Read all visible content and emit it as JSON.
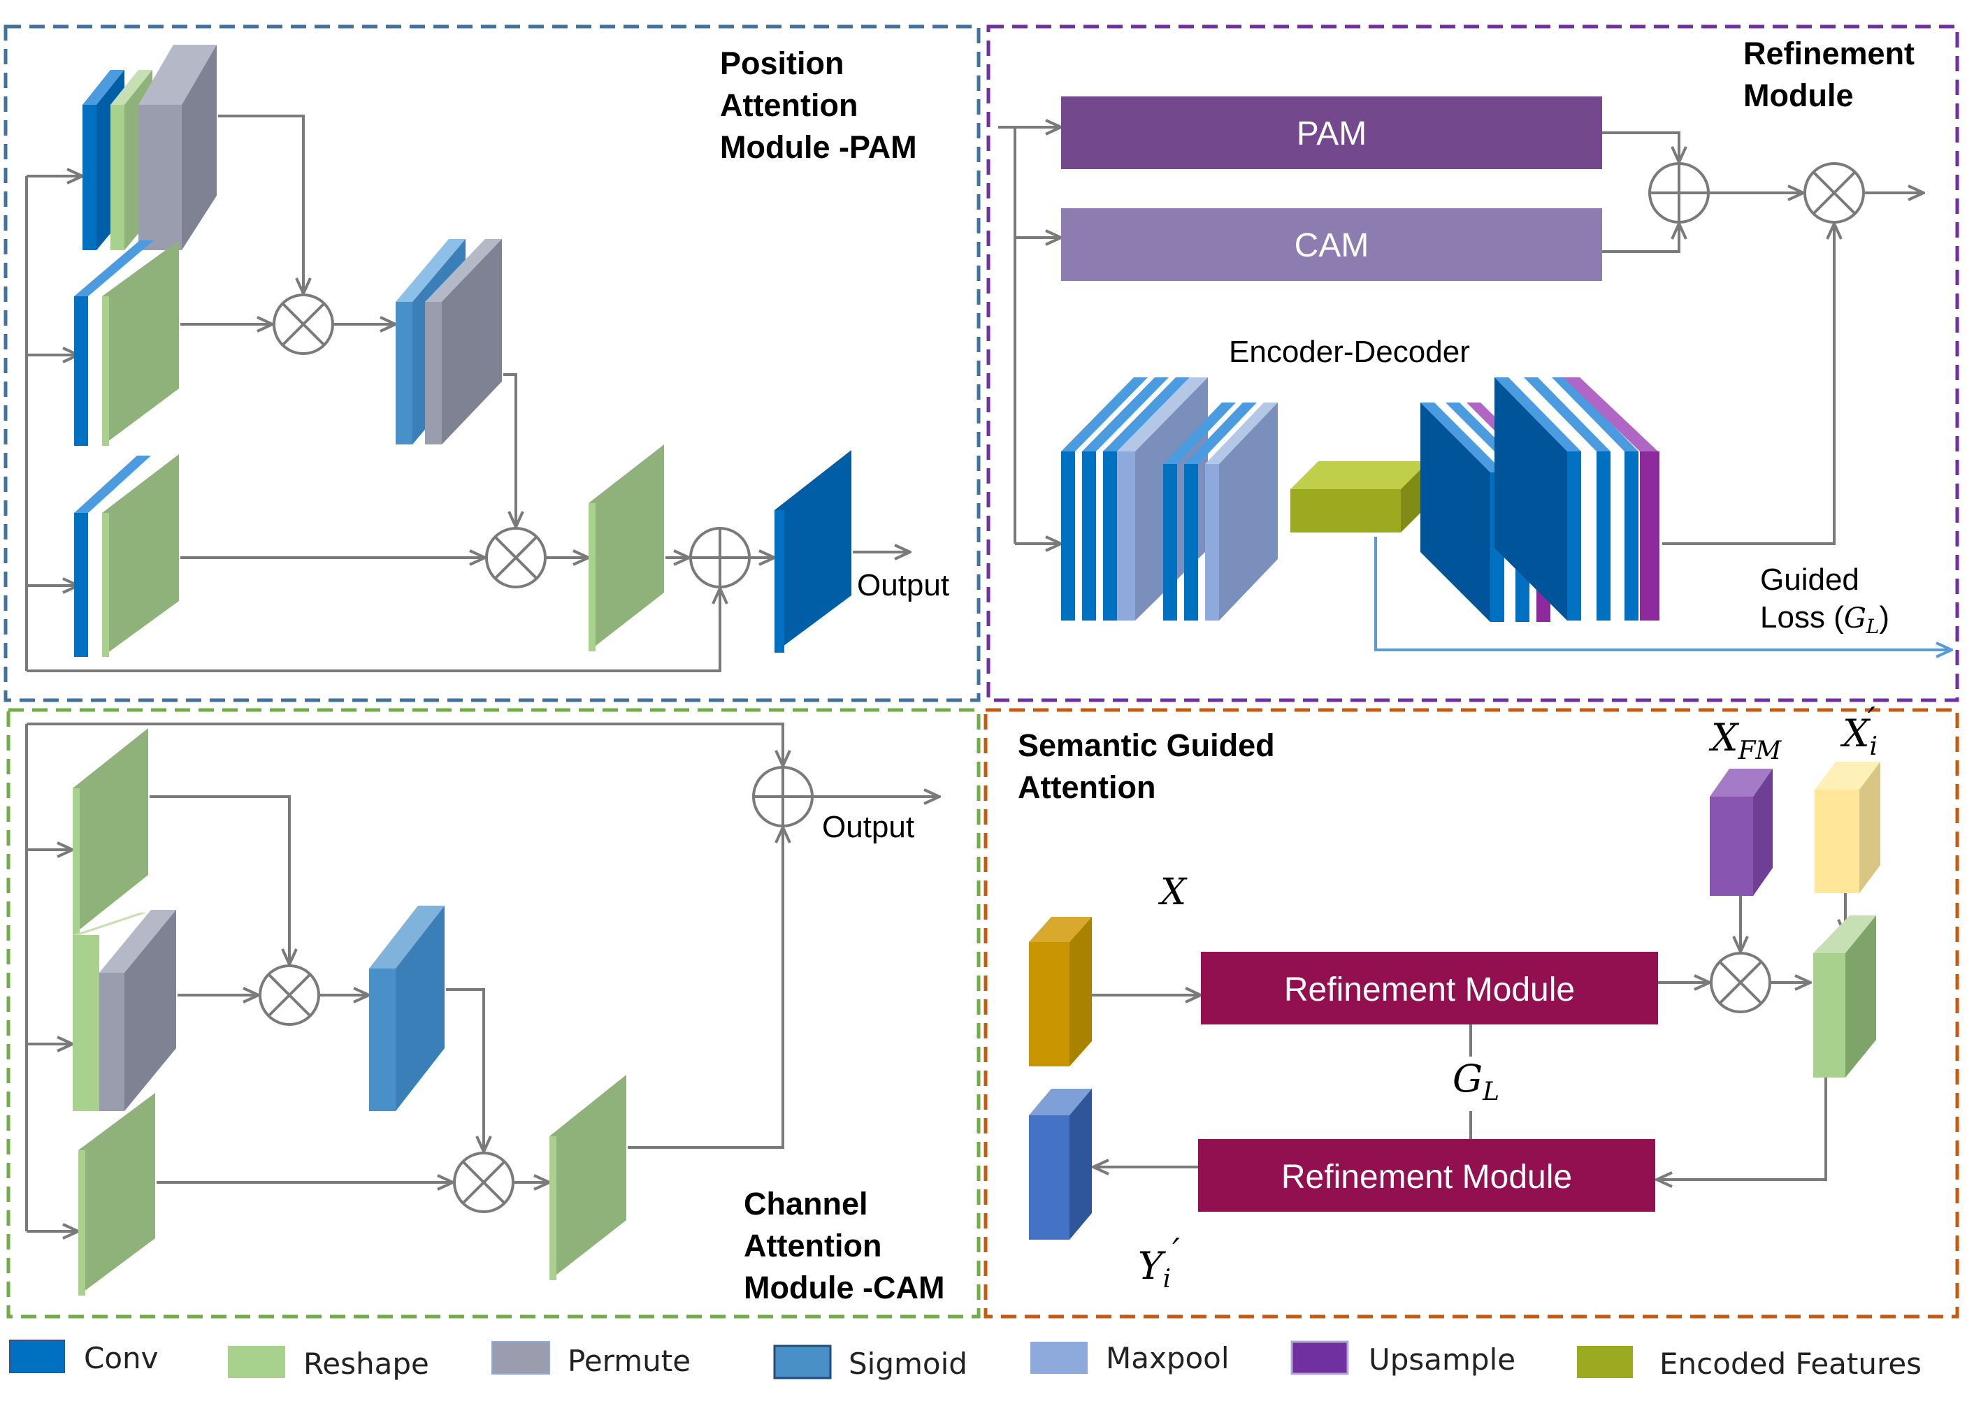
{
  "pam": {
    "title_lines": [
      "Position",
      "Attention",
      "Module -PAM"
    ],
    "output_label": "Output"
  },
  "refinement": {
    "title_lines": [
      "Refinement",
      "Module"
    ],
    "pam_label": "PAM",
    "cam_label": "CAM",
    "encoder_decoder_label": "Encoder-Decoder",
    "guided_label": "Guided",
    "loss_label": "Loss (",
    "loss_symbol": "G",
    "loss_sub": "L",
    "loss_close": ")"
  },
  "cam": {
    "title_lines": [
      "Channel",
      "Attention",
      "Module -CAM"
    ],
    "output_label": "Output"
  },
  "sga": {
    "title_lines": [
      "Semantic Guided",
      "Attention"
    ],
    "refine_top_label": "Refinement Module",
    "refine_bottom_label": "Refinement Module",
    "x_label": "X",
    "xfm_label": "X",
    "xfm_sub": "FM",
    "xi_label": "X",
    "xi_sub": "i",
    "xi_prime": "′",
    "gl_label": "G",
    "gl_sub": "L",
    "y_label": "Y",
    "y_sub": "i",
    "y_prime": "′"
  },
  "legend": [
    {
      "label": "Conv",
      "color": "#0070C0"
    },
    {
      "label": "Reshape",
      "color": "#A9D18E"
    },
    {
      "label": "Permute",
      "color": "#9A9DAE"
    },
    {
      "label": "Sigmoid",
      "color": "#4A90C8"
    },
    {
      "label": "Maxpool",
      "color": "#8EA9DB"
    },
    {
      "label": "Upsample",
      "color": "#7030A0"
    },
    {
      "label": "Encoded Features",
      "color": "#9BAA1F"
    }
  ]
}
